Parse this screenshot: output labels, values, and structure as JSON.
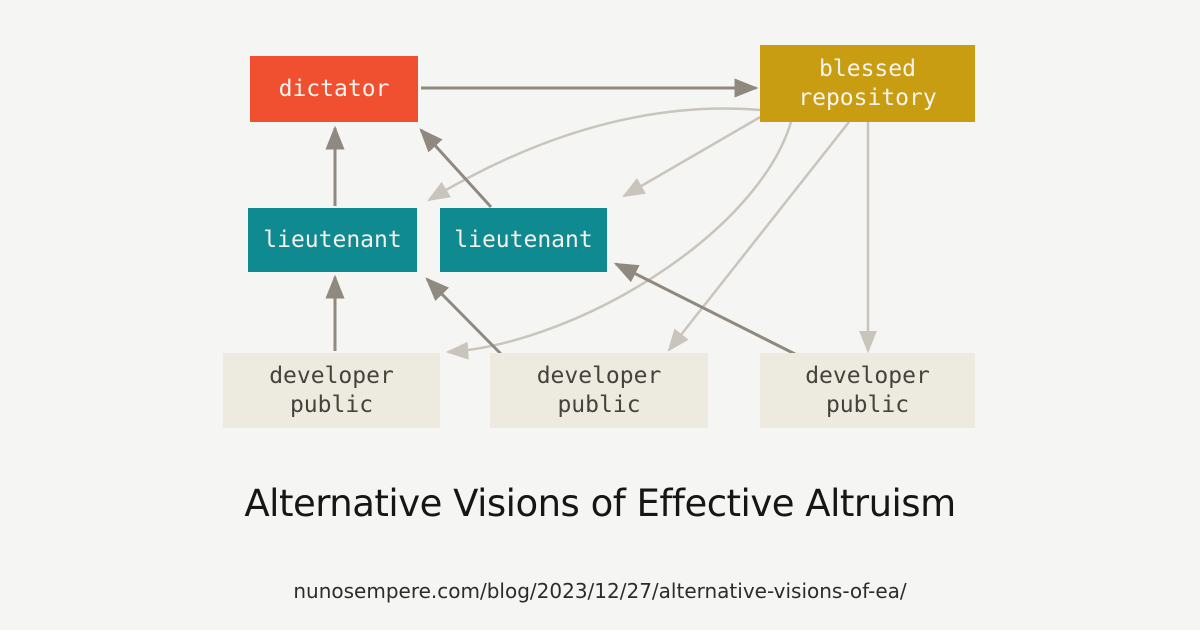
{
  "colors": {
    "background": "#f5f5f3",
    "dictator_box": "#f0502f",
    "blessed_repository_box": "#c89d12",
    "lieutenant_box": "#0f8a90",
    "developer_public_box": "#edebe0",
    "box_text_light": "#f7f3ee",
    "box_text_dark": "#46423c",
    "arrow_dark": "#8f897f",
    "arrow_light": "#c9c5bd",
    "title_text": "#161616",
    "url_text": "#2c2c2c"
  },
  "diagram": {
    "nodes": {
      "dictator": {
        "label": "dictator"
      },
      "blessed_repository": {
        "line1": "blessed",
        "line2": "repository"
      },
      "lieutenant_1": {
        "label": "lieutenant"
      },
      "lieutenant_2": {
        "label": "lieutenant"
      },
      "developer_public_1": {
        "line1": "developer",
        "line2": "public"
      },
      "developer_public_2": {
        "line1": "developer",
        "line2": "public"
      },
      "developer_public_3": {
        "line1": "developer",
        "line2": "public"
      }
    },
    "edges": [
      {
        "from": "dictator",
        "to": "blessed_repository",
        "style": "dark"
      },
      {
        "from": "lieutenant_1",
        "to": "dictator",
        "style": "dark"
      },
      {
        "from": "lieutenant_2",
        "to": "dictator",
        "style": "dark"
      },
      {
        "from": "developer_public_1",
        "to": "lieutenant_1",
        "style": "dark"
      },
      {
        "from": "developer_public_2",
        "to": "lieutenant_1",
        "style": "dark"
      },
      {
        "from": "developer_public_3",
        "to": "lieutenant_2",
        "style": "dark"
      },
      {
        "from": "blessed_repository",
        "to": "lieutenant_1",
        "style": "light"
      },
      {
        "from": "blessed_repository",
        "to": "lieutenant_2",
        "style": "light"
      },
      {
        "from": "blessed_repository",
        "to": "developer_public_1",
        "style": "light"
      },
      {
        "from": "blessed_repository",
        "to": "developer_public_2",
        "style": "light"
      },
      {
        "from": "blessed_repository",
        "to": "developer_public_3",
        "style": "light"
      }
    ]
  },
  "footer": {
    "title": "Alternative Visions of Effective Altruism",
    "url": "nunosempere.com/blog/2023/12/27/alternative-visions-of-ea/"
  }
}
